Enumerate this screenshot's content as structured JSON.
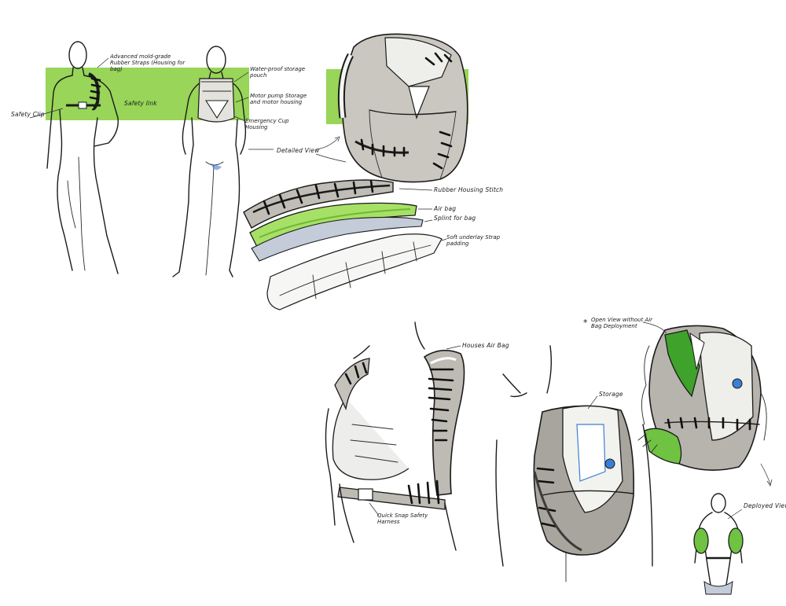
{
  "colors": {
    "marker_green": "#8fd14a",
    "marker_dark_green": "#3fa22b",
    "marker_gray": "#bdbbb4",
    "marker_dark_gray": "#8d8a82",
    "ink": "#1b1b1b",
    "accent_blue": "#3b7fd4"
  },
  "labels": {
    "rubber_straps": "Advanced mold-grade Rubber Straps (Housing for bag)",
    "safety_clip": "Safety Clip",
    "safety_link": "Safety link",
    "water_proof_pouch": "Water-proof storage pouch",
    "motor_pump": "Motor pump Storage and motor housing",
    "emergency_cup": "Emergency Cup Housing",
    "detailed_view": "Detailed View",
    "rubber_housing_stitch": "Rubber Housing Stitch",
    "air_bag": "Air bag",
    "splint_for_bag": "Splint for bag",
    "soft_underlay": "Soft underlay Strap padding",
    "houses_air_bag": "Houses Air Bag",
    "quick_snap": "Quick Snap Safety Harness",
    "storage": "Storage",
    "open_view": "Open View without Air Bag Deployment",
    "open_view_marker": "*",
    "deployed_view": "Deployed View"
  }
}
